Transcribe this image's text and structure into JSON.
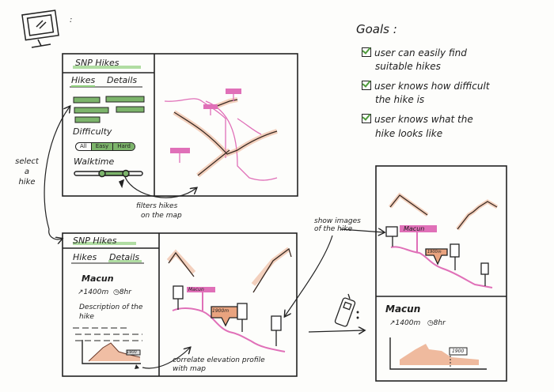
{
  "goals": {
    "title": "Goals :",
    "items": [
      {
        "line1": "user can easily find",
        "line2": "suitable hikes"
      },
      {
        "line1": "user knows how difficult",
        "line2": "the hike is"
      },
      {
        "line1": "user knows what the",
        "line2": "hike looks like"
      }
    ]
  },
  "desktop_label": ":",
  "screen1": {
    "title": "SNP Hikes",
    "tabs": [
      "Hikes",
      "Details"
    ],
    "difficulty_label": "Difficulty",
    "difficulty_options": [
      "All",
      "Easy",
      "Hard"
    ],
    "walktime_label": "Walktime"
  },
  "screen2": {
    "title": "SNP Hikes",
    "tabs": [
      "Hikes",
      "Details"
    ],
    "hike_name": "Macun",
    "elevation": "1400m",
    "duration": "8hr",
    "description": "Description of the",
    "description2": "hike",
    "map_label": "Macun",
    "map_elevation": "1900m",
    "chart_marker": "1900"
  },
  "mobile": {
    "map_label": "Macun",
    "map_elevation": "1900m",
    "hike_name": "Macun",
    "elevation": "1400m",
    "duration": "8hr",
    "chart_marker": "1900"
  },
  "annotations": {
    "select_hike": [
      "select",
      "a",
      "hike"
    ],
    "filters": [
      "filters hikes",
      "on the map"
    ],
    "correlate": [
      "correlate elevation profile",
      "with map"
    ],
    "show_images": [
      "show images",
      "of the hike"
    ]
  },
  "colors": {
    "green": "#7cb46b",
    "pink": "#e070b8",
    "peach": "#e9a37f"
  }
}
